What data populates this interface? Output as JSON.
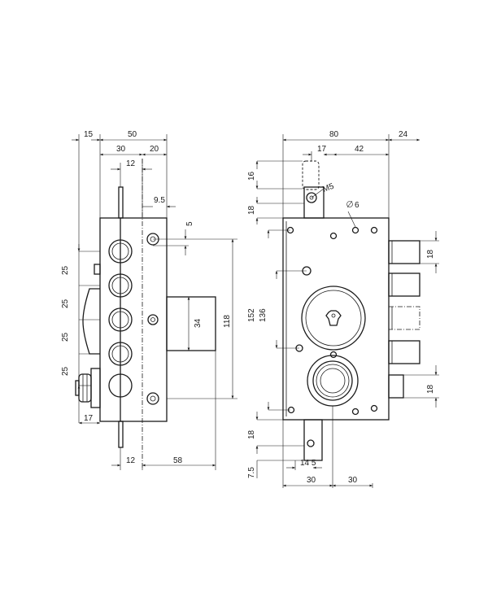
{
  "dimensions": {
    "side_view": {
      "d15": "15",
      "d50": "50",
      "d30": "30",
      "d20": "20",
      "d12_top": "12",
      "d9_5": "9.5",
      "d5": "5",
      "d25_a": "25",
      "d25_b": "25",
      "d25_c": "25",
      "d25_d": "25",
      "d34": "34",
      "d118": "118",
      "d17": "17",
      "d12_bottom": "12",
      "d58": "58"
    },
    "front_view": {
      "d80": "80",
      "d24": "24",
      "d17": "17",
      "d42": "42",
      "d16": "16",
      "m5": "M5",
      "d18_top": "18",
      "d6": "6",
      "d152": "152",
      "d136": "136",
      "d18_right_top": "18",
      "d18_right_bottom": "18",
      "d18_bottom": "18",
      "d7_5": "7.5",
      "d14_5": "14 5",
      "d30_left": "30",
      "d30_right": "30"
    }
  }
}
